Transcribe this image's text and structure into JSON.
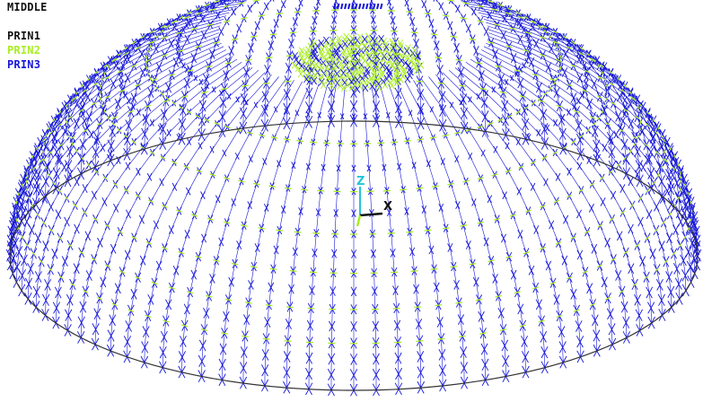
{
  "view_label": "MIDDLE",
  "legend": [
    {
      "label": "PRIN1",
      "color": "#111111"
    },
    {
      "label": "PRIN2",
      "color": "#a8ee22"
    },
    {
      "label": "PRIN3",
      "color": "#1616d8"
    }
  ],
  "triad": {
    "z_label": "Z",
    "x_label": "X",
    "z_color": "#22c6d8",
    "x_color": "#111111",
    "y_color": "#a8ee22"
  },
  "colors": {
    "background": "#ffffff",
    "rim": "#333333",
    "prin2": "#a8ee22",
    "prin3": "#1616d8"
  }
}
